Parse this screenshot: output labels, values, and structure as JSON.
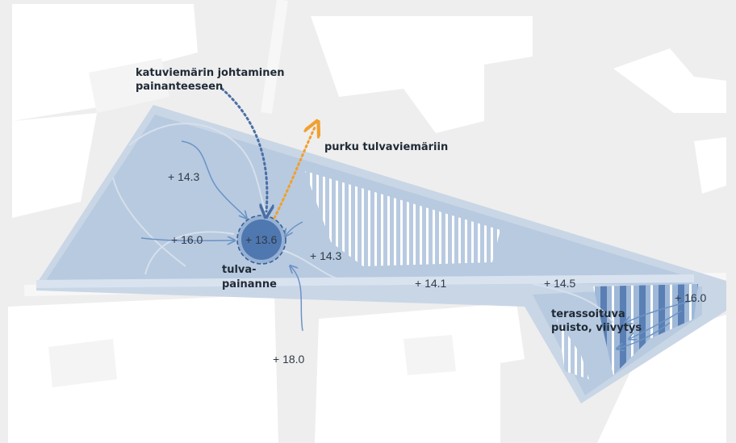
{
  "map": {
    "annotations": {
      "street_drain_line1": "katuviemärin johtaminen",
      "street_drain_line2": "painanteeseen",
      "discharge": "purku tulvaviemäriin",
      "flood_basin_line1": "tulva-",
      "flood_basin_line2": "painanne",
      "terraced_line1": "terassoituva",
      "terraced_line2": "puisto, viivytys"
    },
    "elevations": {
      "nw_park": "+ 14.3",
      "w_park": "+ 16.0",
      "basin_center": "+ 13.6",
      "east_of_basin": "+ 14.3",
      "south_street": "+ 18.0",
      "park_path": "+ 14.1",
      "east_park": "+ 14.5",
      "east_corner": "+ 16.0"
    },
    "colors": {
      "background_ground": "#eeeeee",
      "buildings": "#ffffff",
      "park_fill": "#b8cae0",
      "park_border": "#c9d6e6",
      "flood_basin": "#4f77b0",
      "street_drain_arrow": "#4a6fa5",
      "discharge_arrow": "#f0a030",
      "flow_arrows": "#6b93c4"
    }
  }
}
